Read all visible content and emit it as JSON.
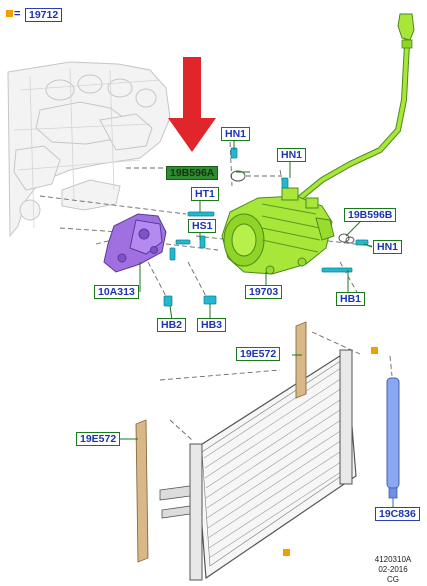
{
  "header": {
    "ref_prefix": "=",
    "ref_label": "19712"
  },
  "callouts": {
    "hn1_top": "HN1",
    "hn1_mid": "HN1",
    "hn1_right": "HN1",
    "p19b596a": "19B596A",
    "ht1": "HT1",
    "hs1": "HS1",
    "p19b596b": "19B596B",
    "p10a313": "10A313",
    "p19703": "19703",
    "hb1": "HB1",
    "hb2": "HB2",
    "hb3": "HB3",
    "p19e572_top": "19E572",
    "p19e572_left": "19E572",
    "p19c836": "19C836"
  },
  "footer": {
    "code": "4120310A",
    "date": "02-2016",
    "author": "CG"
  },
  "colors": {
    "callout_border": "#1a7a1a",
    "callout_text": "#1e33b4",
    "selected_fill": "#2e8b2e",
    "marker_orange": "#f0a000",
    "arrow_red": "#e0262b",
    "compressor_green": "#a8e63a",
    "bracket_purple": "#a070e0",
    "condenser_tan": "#d8b888",
    "dryer_blue": "#8aa8f0",
    "fastener_cyan": "#22b8d0"
  }
}
